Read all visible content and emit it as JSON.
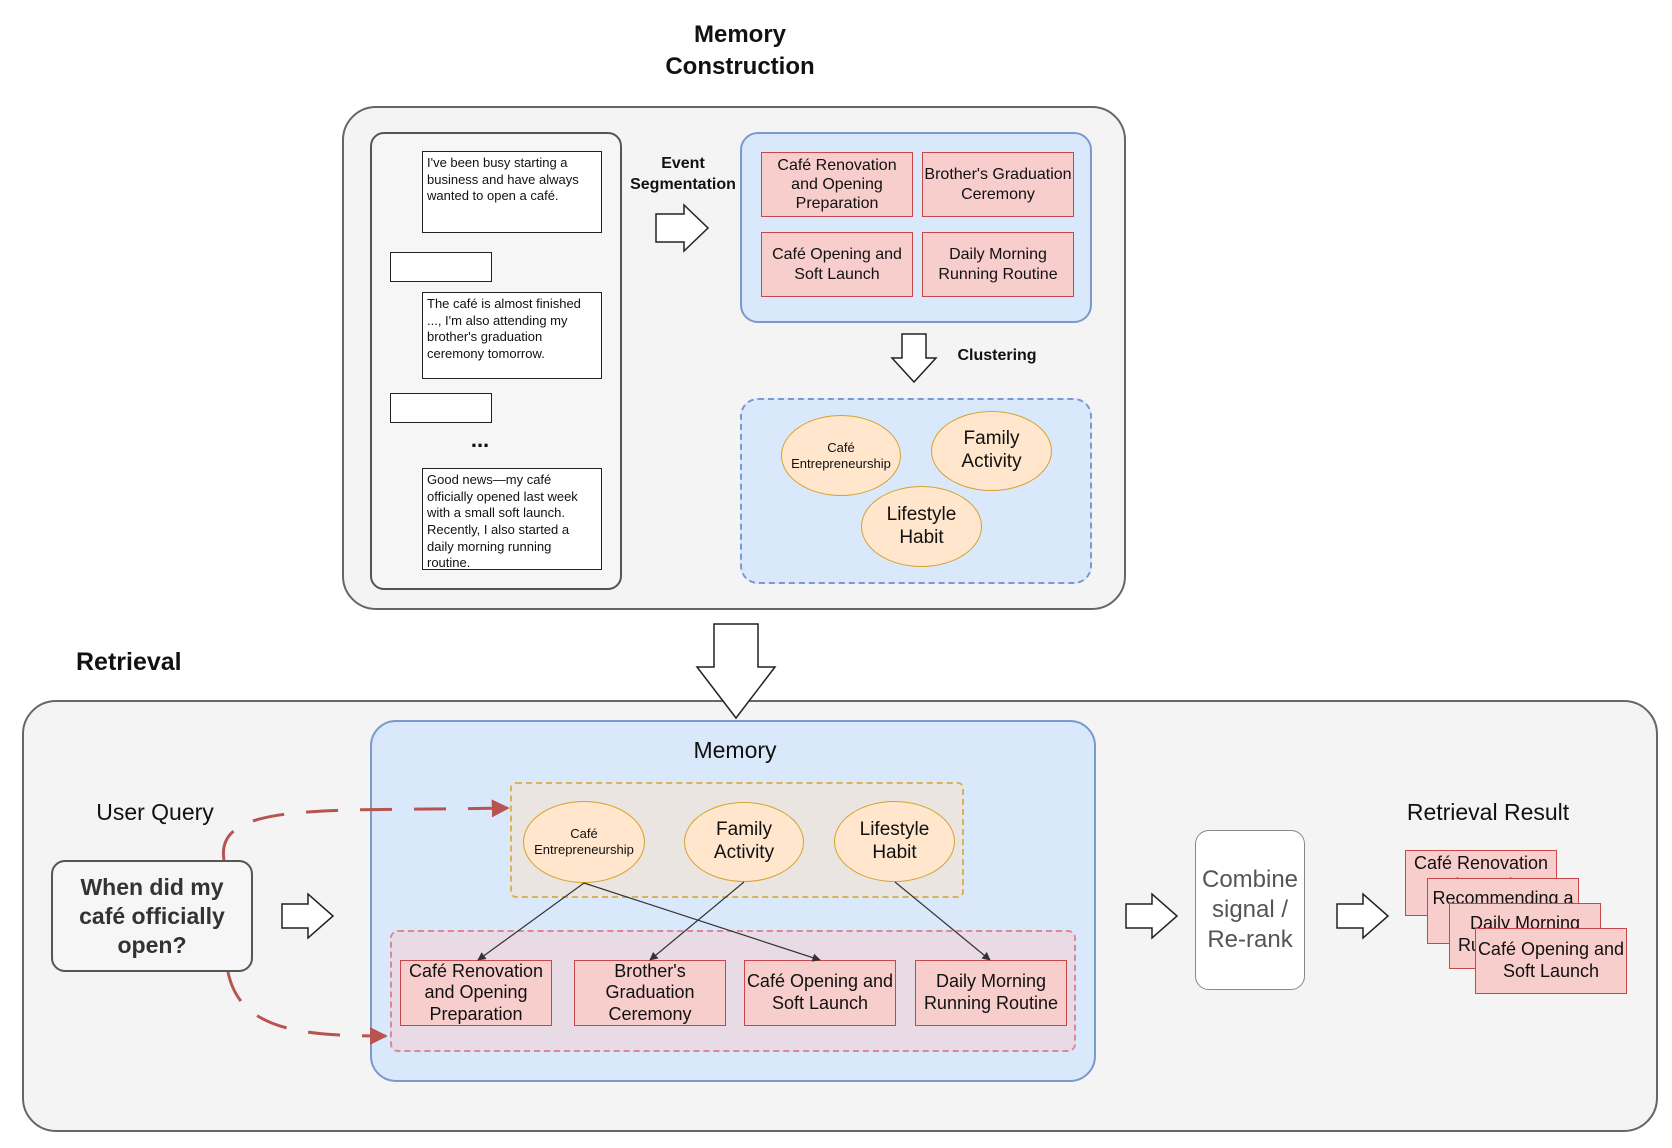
{
  "construction": {
    "title_line1": "Memory",
    "title_line2": "Construction",
    "dialogue": [
      "I've been busy starting a business and have always wanted to open a café.",
      "The café is almost finished ..., I'm also attending my brother's graduation ceremony tomorrow.",
      "Good news—my café officially opened last week with a small soft launch. Recently, I also started a daily morning running routine."
    ],
    "ellipsis": "...",
    "event_segmentation_line1": "Event",
    "event_segmentation_line2": "Segmentation",
    "clustering": "Clustering",
    "events": [
      "Café Renovation and Opening Preparation",
      "Brother's Graduation Ceremony",
      "Café Opening and Soft Launch",
      "Daily Morning Running Routine"
    ],
    "clusters": [
      "Café Entrepreneurship",
      "Family Activity",
      "Lifestyle Habit"
    ]
  },
  "retrieval": {
    "title": "Retrieval",
    "user_query_label": "User Query",
    "query": "When did my café officially open?",
    "memory_label": "Memory",
    "topics": [
      "Café Entrepreneurship",
      "Family Activity",
      "Lifestyle Habit"
    ],
    "events": [
      "Café Renovation and Opening Preparation",
      "Brother's Graduation Ceremony",
      "Café Opening and Soft Launch",
      "Daily Morning Running Routine"
    ],
    "combine": "Combine signal / Re-rank",
    "result_label": "Retrieval Result",
    "results": [
      "Café Renovation and Opening Preparation",
      "Recommending a",
      "Daily Morning Running Routine",
      "Café Opening and Soft Launch"
    ]
  },
  "colors": {
    "panel_bg": "#f4f4f4",
    "memory_blue": "#dae8fc",
    "event_pink": "#f8cecc",
    "cluster_orange": "#ffe6cc",
    "dashed_arrow_red": "#b85450"
  },
  "icons": [
    "hollow-right-arrow-icon",
    "hollow-down-arrow-icon",
    "dashed-curved-arrow-icon"
  ]
}
